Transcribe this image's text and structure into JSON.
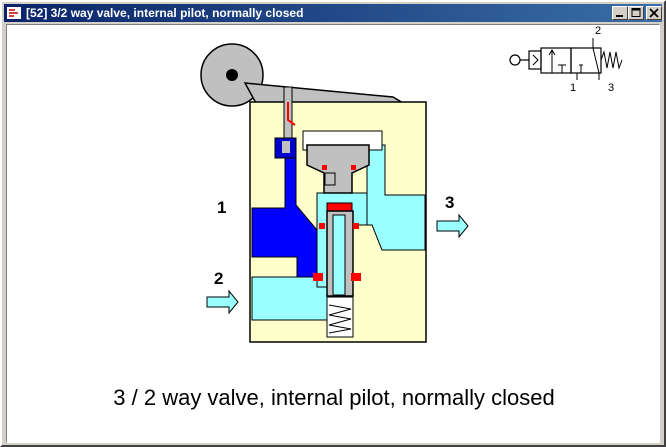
{
  "window": {
    "title": "[52] 3/2 way valve, internal pilot, normally closed",
    "controls": {
      "minimize": "minimize",
      "maximize": "maximize",
      "close": "close"
    }
  },
  "diagram": {
    "port_labels": {
      "p1": "1",
      "p2": "2",
      "p3": "3"
    },
    "symbol_labels": {
      "s1": "1",
      "s2": "2",
      "s3": "3"
    },
    "caption": "3 / 2 way valve, internal pilot, normally closed",
    "colors": {
      "body": "#ffffcc",
      "pressure": "#0000ff",
      "exhaust": "#99ffff",
      "mechanism": "#c0c0c0",
      "seal": "#ff0000",
      "arrow": "#99ffff"
    }
  }
}
